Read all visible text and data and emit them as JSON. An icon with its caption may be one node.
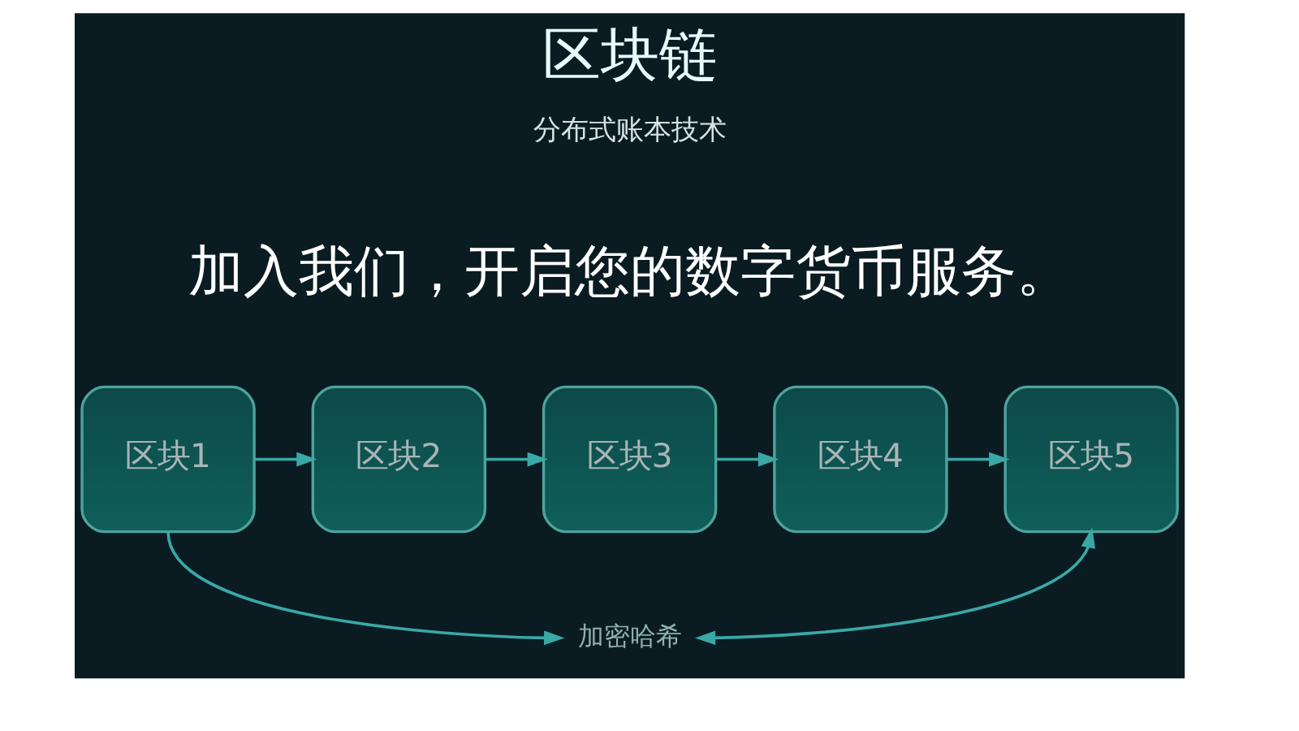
{
  "diagram": {
    "title": "区块链",
    "nodes": [
      {
        "text": [
          "区块1"
        ]
      },
      {
        "text": [
          "区块2"
        ]
      },
      {
        "text": [
          "区块3"
        ]
      },
      {
        "text": [
          "区块4"
        ]
      },
      {
        "text": [
          "区块5"
        ]
      },
      {
        "text": [
          "加密哈希"
        ]
      }
    ],
    "edges": [
      {
        "from": 0,
        "to": 1,
        "arrow": "to"
      },
      {
        "from": 1,
        "to": 2,
        "arrow": "to"
      },
      {
        "from": 2,
        "to": 3,
        "arrow": "to"
      },
      {
        "from": 3,
        "to": 4,
        "arrow": "to"
      },
      {
        "from": 0,
        "to": 5,
        "arrow": "to"
      },
      {
        "from": 5,
        "to": 4,
        "arrow": "both"
      }
    ],
    "labels": [
      "分布式账本技术",
      "加入我们，开启您的数字货币服务。"
    ]
  }
}
